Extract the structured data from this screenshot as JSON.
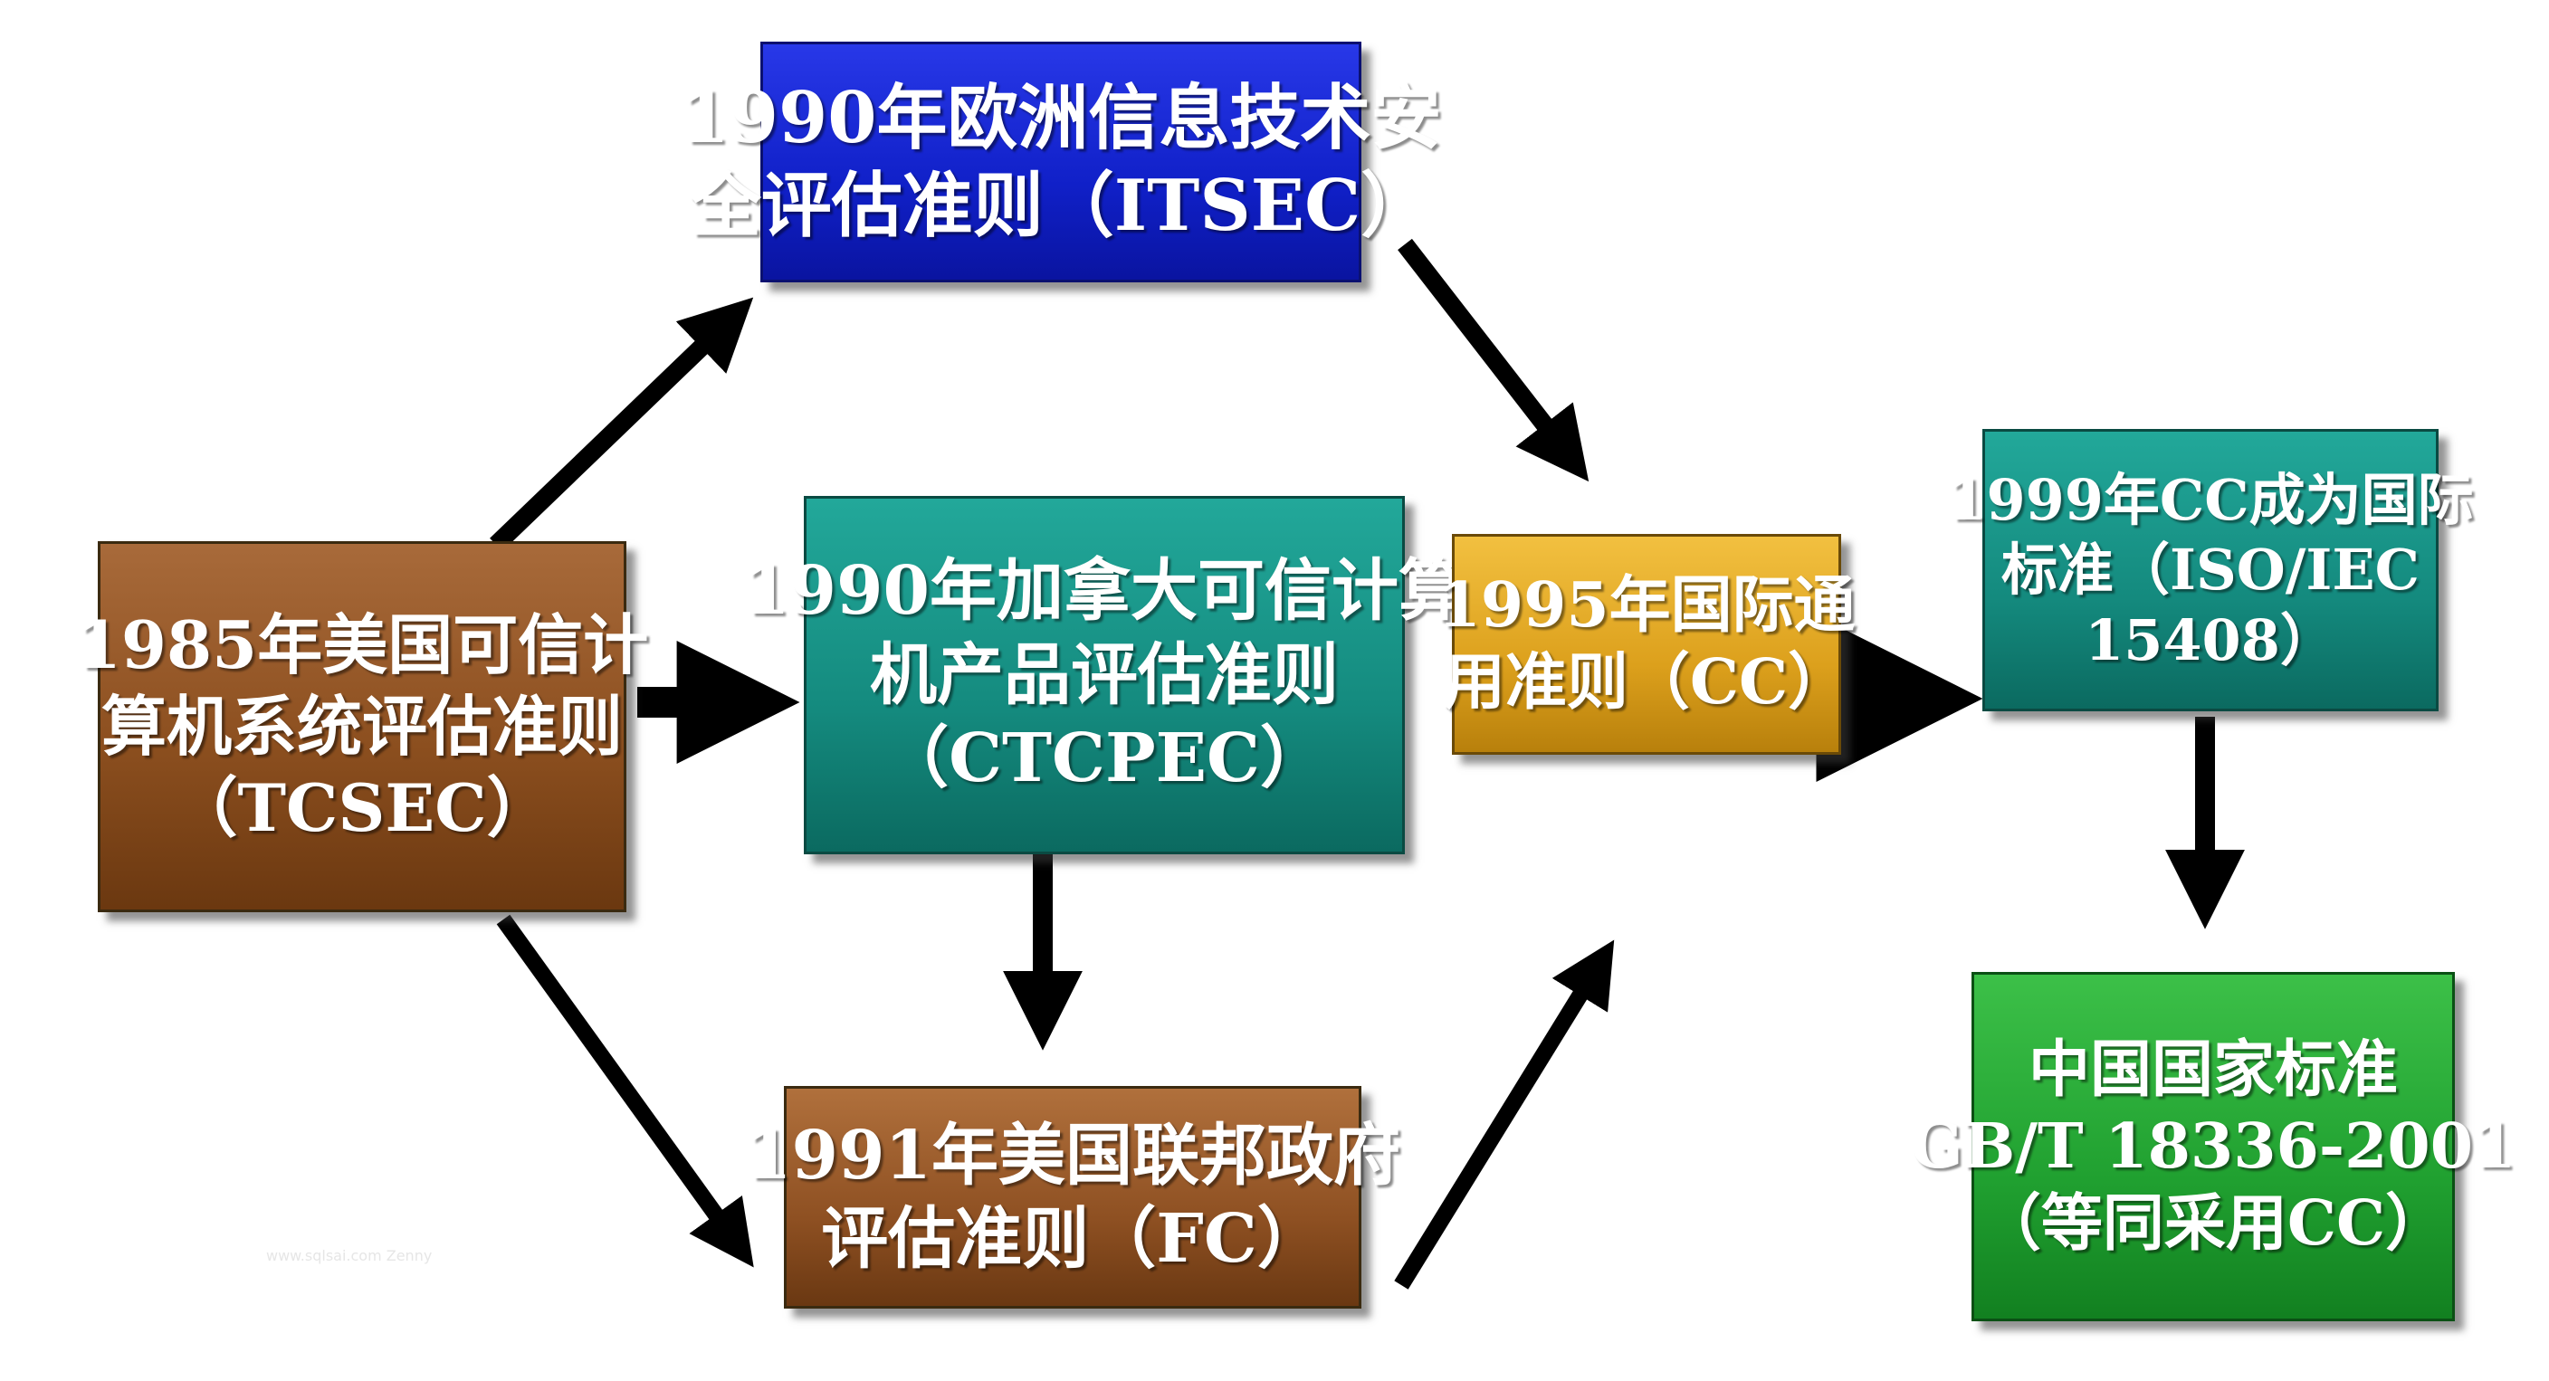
{
  "diagram": {
    "nodes": {
      "tcsec": {
        "lines": [
          "1985年美国可信计",
          "算机系统评估准则",
          "（TCSEC）"
        ],
        "color": "#8c4f1f"
      },
      "itsec": {
        "lines": [
          "1990年欧洲信息技术安",
          "全评估准则（ITSEC）"
        ],
        "color": "#1020c8"
      },
      "ctcpec": {
        "lines": [
          "1990年加拿大可信计算",
          "机产品评估准则",
          "（CTCPEC）"
        ],
        "color": "#148a7e"
      },
      "fc": {
        "lines": [
          "1991年美国联邦政府",
          "评估准则（FC）"
        ],
        "color": "#8e5022"
      },
      "cc": {
        "lines": [
          "1995年国际通",
          "用准则（CC）"
        ],
        "color": "#dca01c"
      },
      "iso": {
        "lines": [
          "1999年CC成为国际",
          "标准（ISO/IEC",
          "15408）"
        ],
        "color": "#148a7e"
      },
      "gbt": {
        "lines": [
          "中国国家标准",
          "GB/T 18336-2001",
          "（等同采用CC）"
        ],
        "color": "#20a030"
      }
    },
    "edges": [
      {
        "from": "tcsec",
        "to": "itsec"
      },
      {
        "from": "tcsec",
        "to": "ctcpec"
      },
      {
        "from": "tcsec",
        "to": "fc"
      },
      {
        "from": "ctcpec",
        "to": "fc"
      },
      {
        "from": "itsec",
        "to": "cc"
      },
      {
        "from": "fc",
        "to": "cc"
      },
      {
        "from": "cc",
        "to": "iso"
      },
      {
        "from": "iso",
        "to": "gbt"
      }
    ],
    "arrow_color": "#000000"
  },
  "watermark": "www.sqlsai.com  Zenny"
}
